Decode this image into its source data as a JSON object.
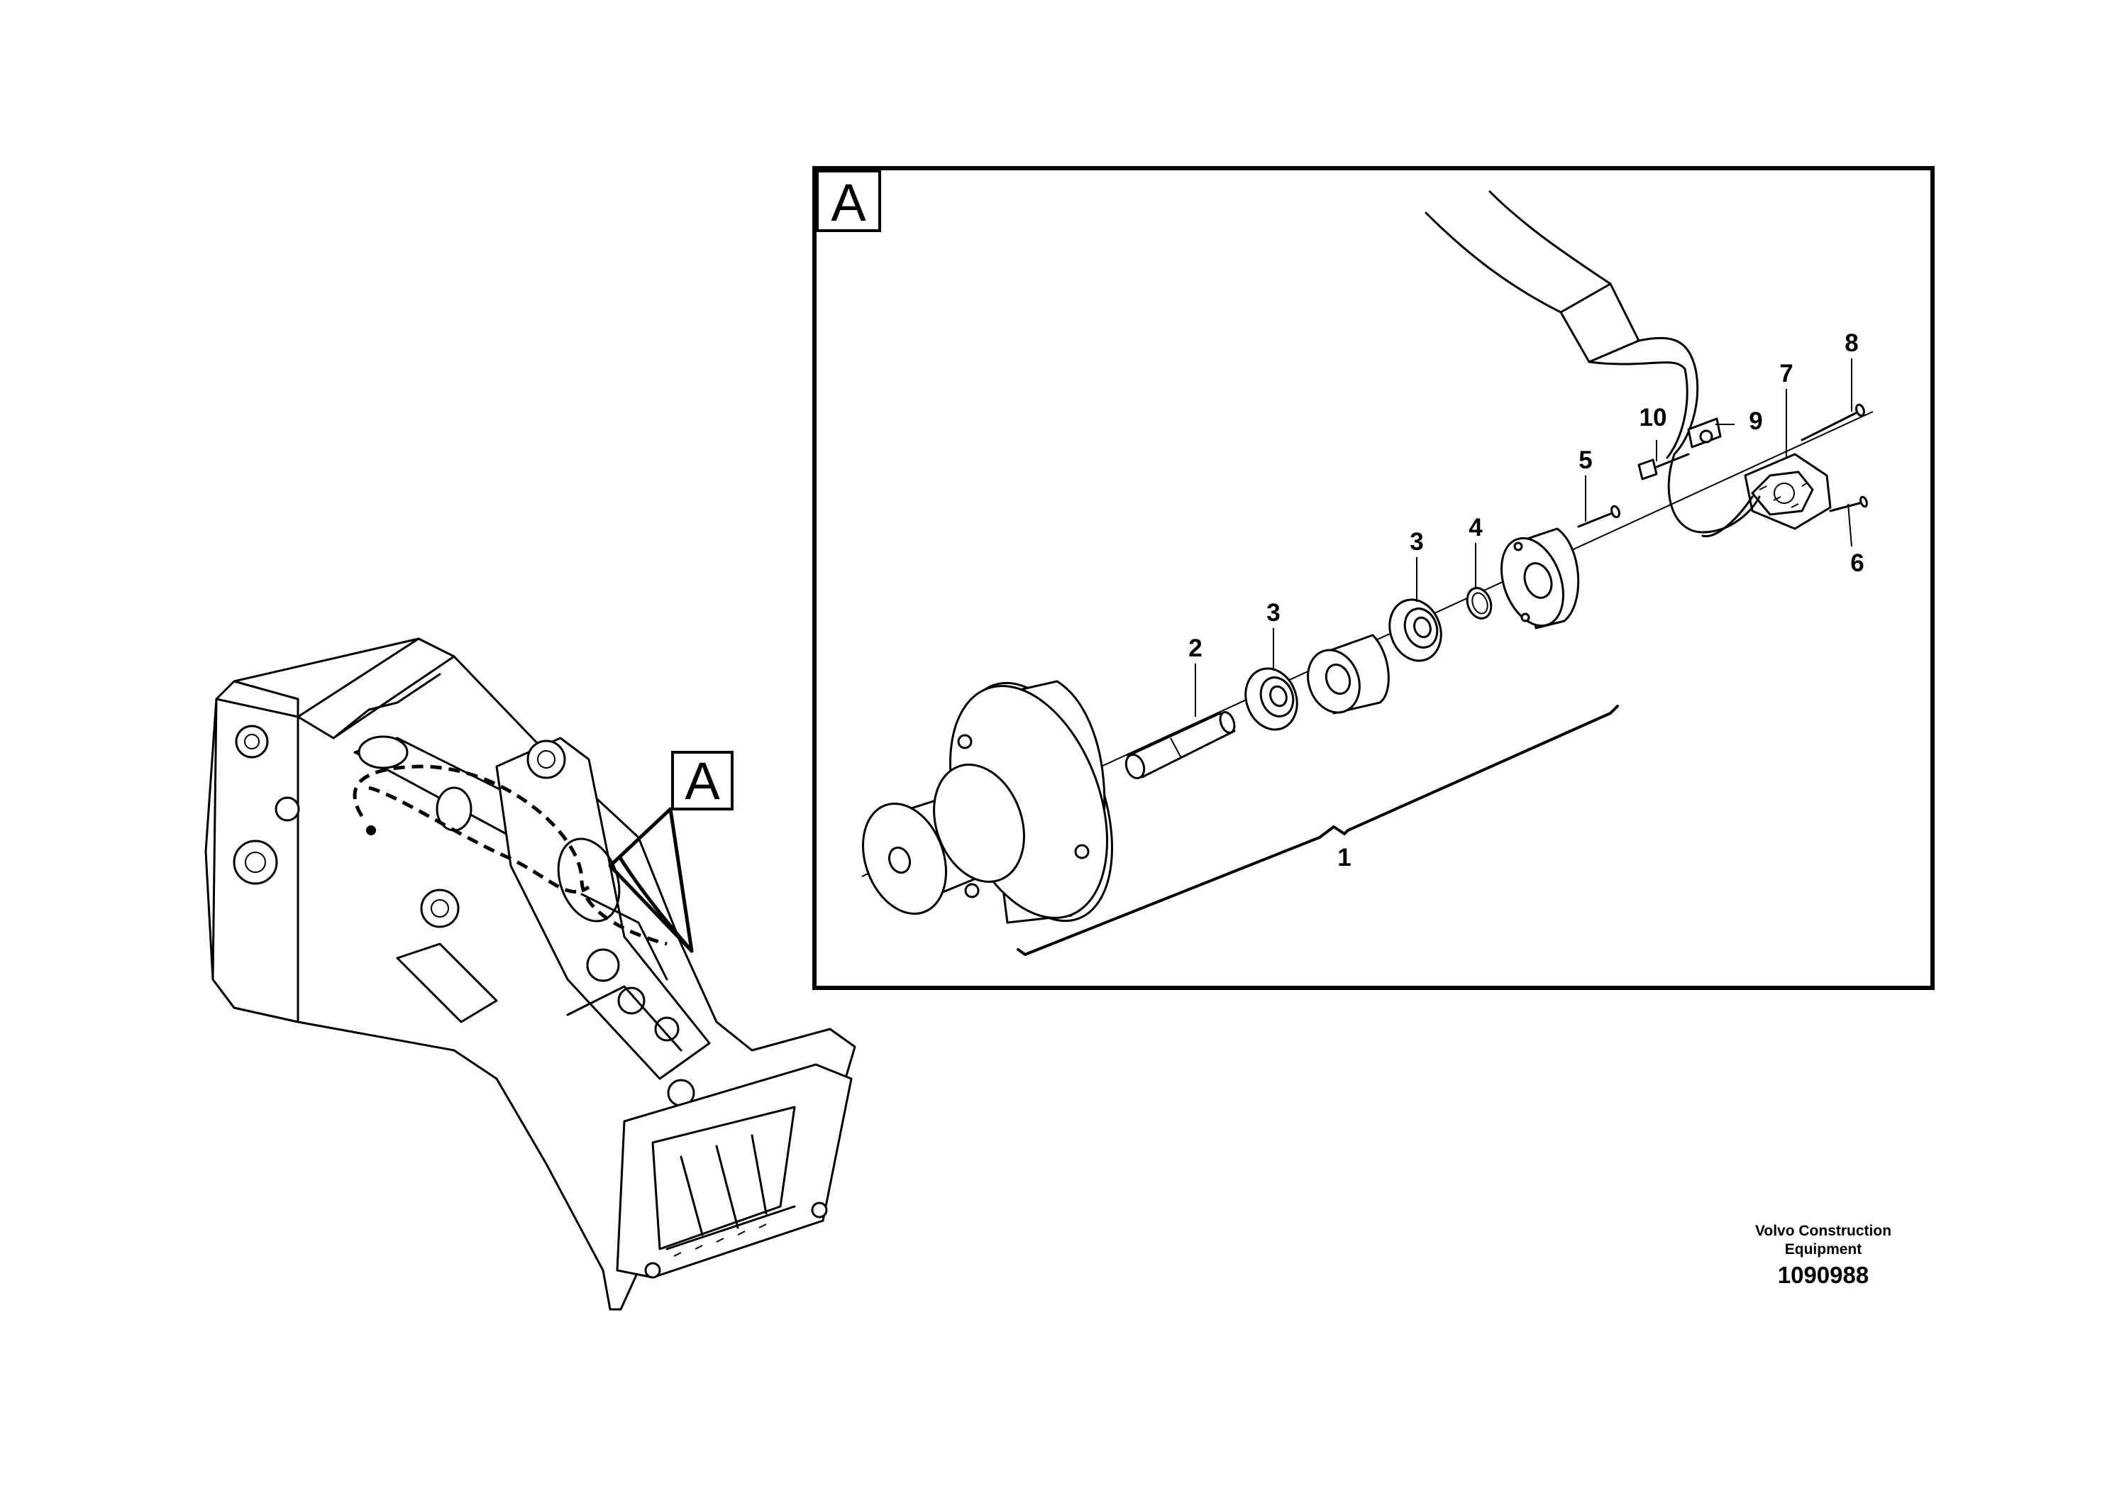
{
  "detail": {
    "letter": "A"
  },
  "overview": {
    "detail_marker": "A"
  },
  "callouts": [
    {
      "id": "c1",
      "label": "1"
    },
    {
      "id": "c2",
      "label": "2"
    },
    {
      "id": "c3a",
      "label": "3"
    },
    {
      "id": "c3b",
      "label": "3"
    },
    {
      "id": "c4",
      "label": "4"
    },
    {
      "id": "c5",
      "label": "5"
    },
    {
      "id": "c6",
      "label": "6"
    },
    {
      "id": "c7",
      "label": "7"
    },
    {
      "id": "c8",
      "label": "8"
    },
    {
      "id": "c9",
      "label": "9"
    },
    {
      "id": "c10",
      "label": "10"
    }
  ],
  "footer": {
    "company_line1": "Volvo Construction",
    "company_line2": "Equipment",
    "drawing_number": "1090988"
  }
}
